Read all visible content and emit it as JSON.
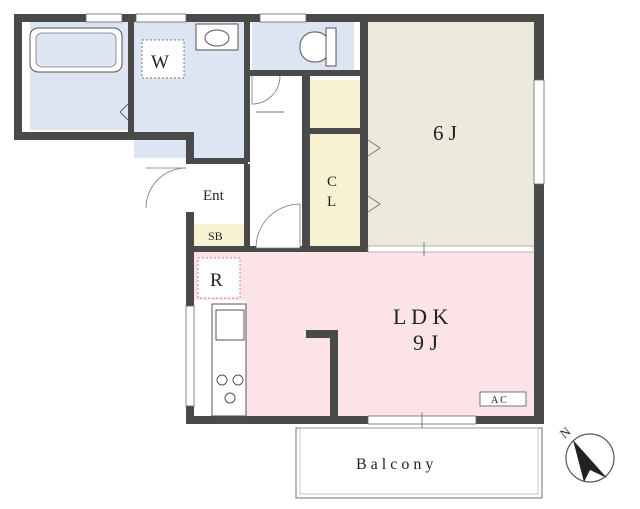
{
  "rooms": {
    "washroom": "W",
    "bedroom_label": "6 J",
    "closet_c": "C",
    "closet_l": "L",
    "entrance": "Ent",
    "shoe_box": "SB",
    "fridge": "R",
    "ldk_label": "L D K",
    "ldk_size": "9 J",
    "aircon": "A C",
    "balcony": "B a l c o n y"
  },
  "colors": {
    "wall": "#4a4a4a",
    "bath_blue": "#dde4f2",
    "bedroom_beige": "#ebe8dc",
    "closet_yellow": "#f7f3d2",
    "ldk_pink": "#fbe3e8",
    "white": "#ffffff"
  },
  "compass": {
    "label": "N",
    "icon": "north-arrow-icon"
  }
}
